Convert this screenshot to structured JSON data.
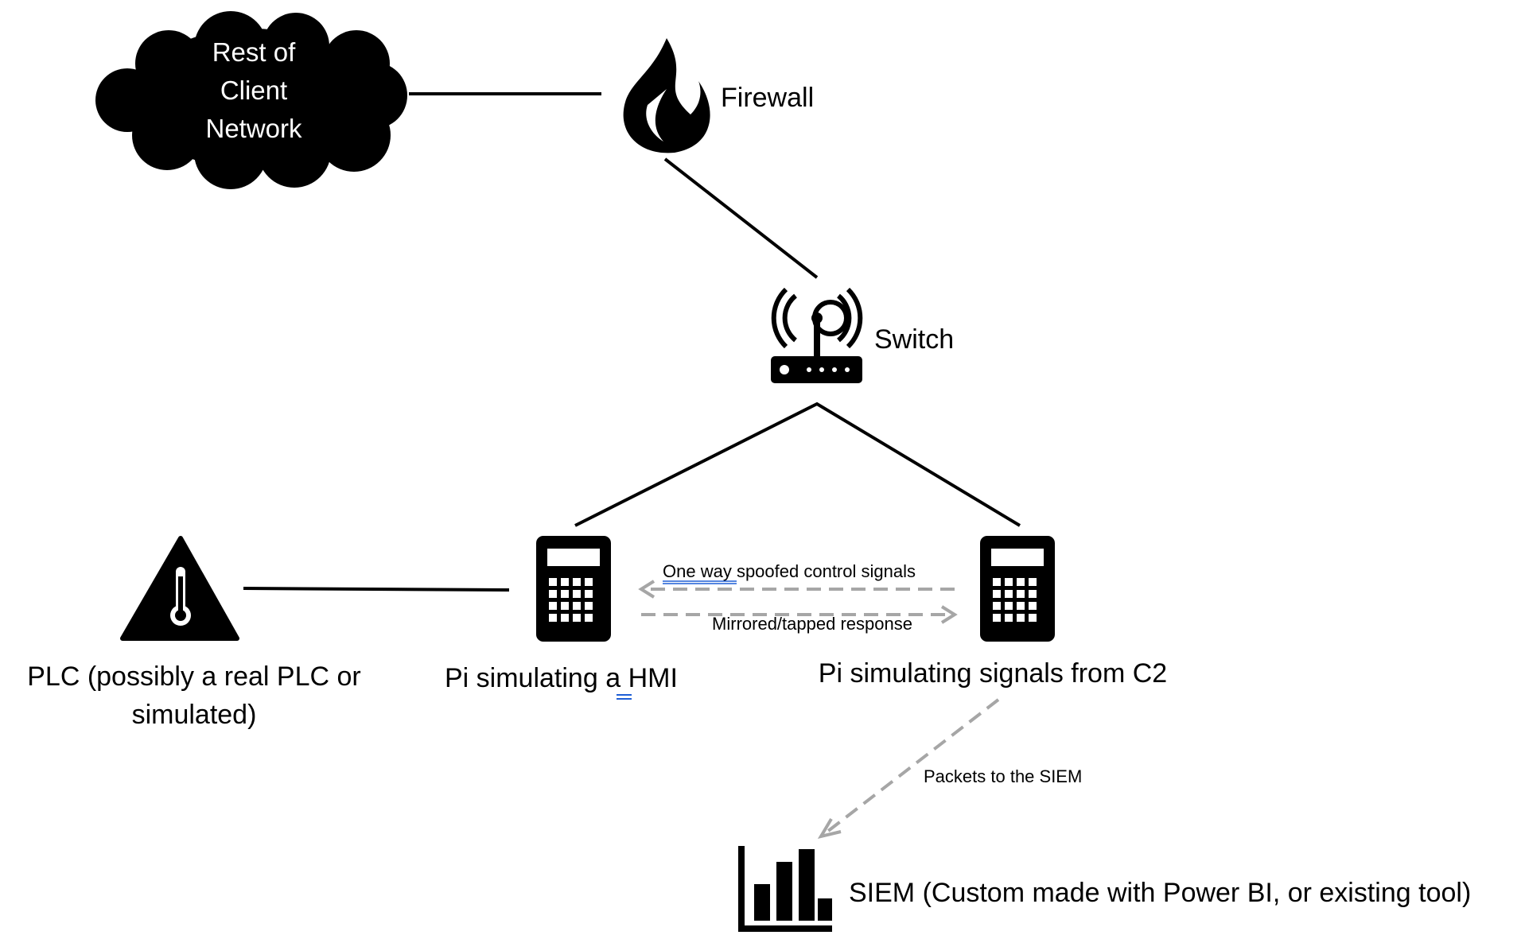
{
  "nodes": {
    "cloud": {
      "label_lines": [
        "Rest of",
        "Client",
        "Network"
      ]
    },
    "firewall": {
      "label": "Firewall",
      "icon": "flame-icon"
    },
    "switch": {
      "label": "Switch",
      "icon": "router-icon"
    },
    "plc": {
      "label_lines": [
        "PLC (possibly a real PLC or",
        "simulated)"
      ],
      "icon": "warning-thermometer-icon"
    },
    "hmi_pi": {
      "label_prefix": "Pi simulating ",
      "label_underlined": "a",
      "label_suffix": " HMI",
      "icon": "calculator-icon"
    },
    "c2_pi": {
      "label": "Pi simulating signals from C2",
      "icon": "calculator-icon"
    },
    "siem": {
      "label": "SIEM (Custom made with Power BI, or existing tool)",
      "icon": "bar-chart-icon"
    }
  },
  "edges": {
    "spoofed": {
      "label_underlined": "One way",
      "label_rest": " spoofed control signals"
    },
    "mirrored": {
      "label": "Mirrored/tapped response"
    },
    "siem_packets": {
      "label": "Packets to the SIEM"
    }
  },
  "colors": {
    "line": "#000000",
    "dashed_arrow": "#a6a6a6",
    "underline_accent": "#1f5fd6"
  }
}
